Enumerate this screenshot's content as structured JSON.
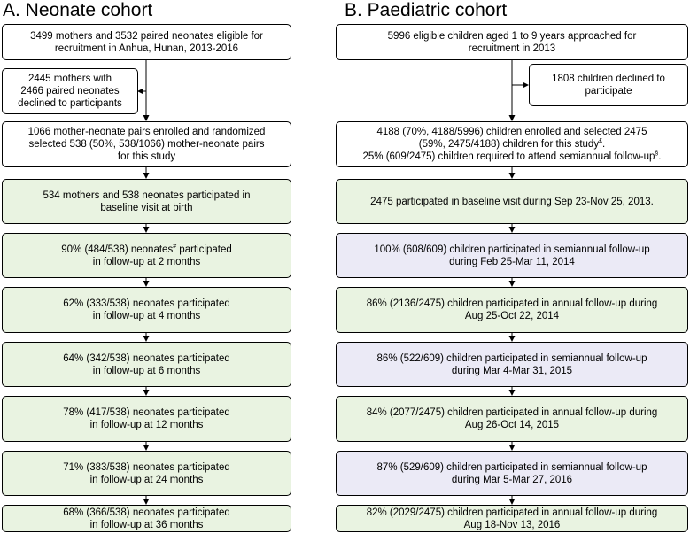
{
  "neonate": {
    "title": "A. Neonate cohort",
    "boxes": [
      {
        "text": "3499 mothers and 3532 paired neonates eligible for\nrecruitment in Anhua, Hunan, 2013-2016"
      },
      {
        "text": "2445 mothers with\n2466 paired neonates\ndeclined to participants"
      },
      {
        "text": "1066 mother-neonate pairs enrolled and randomized\nselected 538 (50%, 538/1066) mother-neonate pairs\nfor this study"
      },
      {
        "text": "534 mothers and 538 neonates participated in\nbaseline visit at birth"
      },
      {
        "text": "90% (484/538) neonates",
        "sup": "#",
        "text_after": " participated\nin follow-up at 2 months"
      },
      {
        "text": "62% (333/538) neonates participated\nin follow-up at 4 months"
      },
      {
        "text": "64% (342/538) neonates participated\nin follow-up at 6 months"
      },
      {
        "text": "78% (417/538) neonates participated\nin follow-up at 12 months"
      },
      {
        "text": "71% (383/538) neonates participated\nin follow-up at 24 months"
      },
      {
        "text": "68% (366/538) neonates participated\nin follow-up at 36 months"
      }
    ]
  },
  "paediatric": {
    "title": "B. Paediatric cohort",
    "boxes": [
      {
        "text": "5996 eligible children aged 1 to 9 years approached for\nrecruitment in 2013"
      },
      {
        "text": "1808 children declined to\nparticipate"
      },
      {
        "text": "4188 (70%, 4188/5996) children enrolled and selected 2475\n(59%, 2475/4188) children for this study",
        "sup": "£",
        "text_after": ".\n25% (609/2475) children required to attend semiannual follow-up",
        "sup2": "§",
        "text_after2": "."
      },
      {
        "text": "2475 participated in baseline visit during Sep 23-Nov 25, 2013."
      },
      {
        "text": "100% (608/609) children participated in semiannual follow-up\nduring Feb 25-Mar 11, 2014"
      },
      {
        "text": "86% (2136/2475) children participated in annual follow-up during\nAug 25-Oct 22, 2014"
      },
      {
        "text": "86% (522/609) children participated in semiannual follow-up\nduring Mar 4-Mar 31, 2015"
      },
      {
        "text": "84% (2077/2475) children participated in annual follow-up during\nAug 26-Oct 14, 2015"
      },
      {
        "text": "87% (529/609) children participated in semiannual follow-up\nduring Mar 5-Mar 27, 2016"
      },
      {
        "text": "82% (2029/2475) children participated in annual follow-up during\nAug 18-Nov 13, 2016"
      }
    ]
  },
  "colors": {
    "annual_fill": "#e9f3e1",
    "semiannual_fill": "#ebeaf6",
    "border": "#000000"
  }
}
